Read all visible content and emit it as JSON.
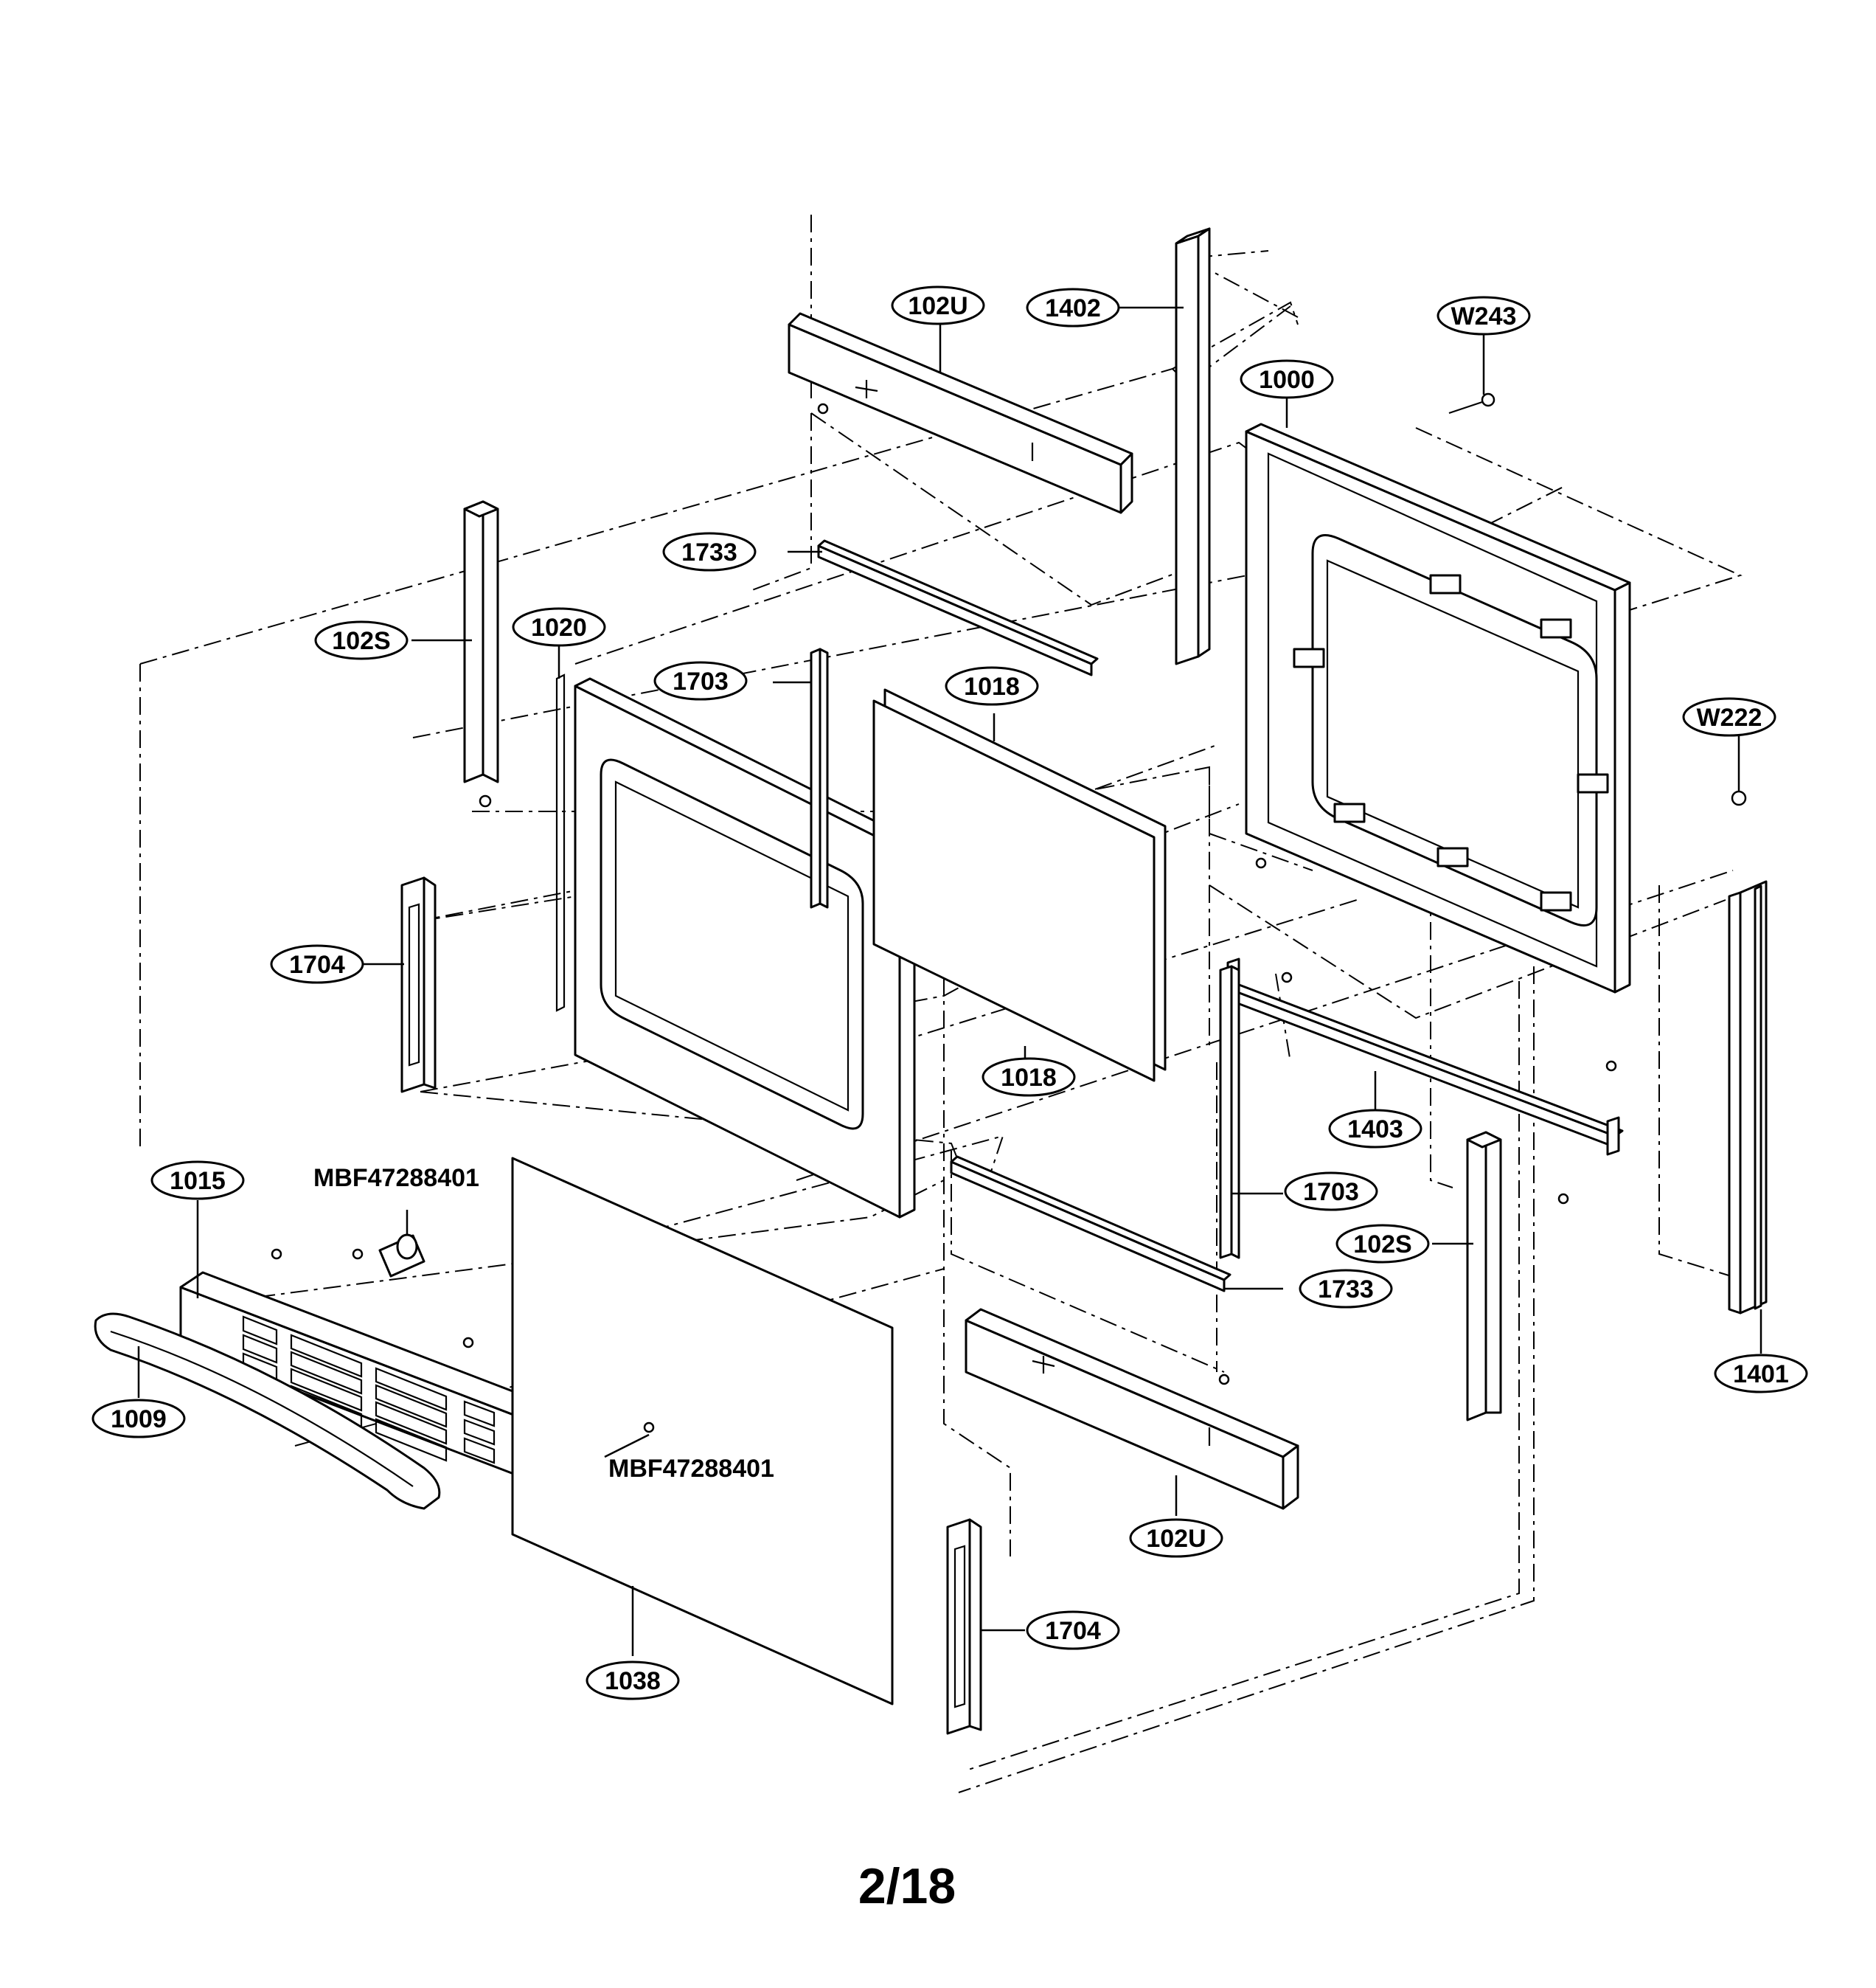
{
  "diagram": {
    "callouts": [
      {
        "id": "c-102u-top",
        "label": "102U"
      },
      {
        "id": "c-1402",
        "label": "1402"
      },
      {
        "id": "c-w243",
        "label": "W243"
      },
      {
        "id": "c-1000",
        "label": "1000"
      },
      {
        "id": "c-1733-top",
        "label": "1733"
      },
      {
        "id": "c-102s-left",
        "label": "102S"
      },
      {
        "id": "c-1020",
        "label": "1020"
      },
      {
        "id": "c-1703-top",
        "label": "1703"
      },
      {
        "id": "c-1018-top",
        "label": "1018"
      },
      {
        "id": "c-w222",
        "label": "W222"
      },
      {
        "id": "c-1704-left",
        "label": "1704"
      },
      {
        "id": "c-1018-bottom",
        "label": "1018"
      },
      {
        "id": "c-1403",
        "label": "1403"
      },
      {
        "id": "c-1015",
        "label": "1015"
      },
      {
        "id": "c-1703-bottom",
        "label": "1703"
      },
      {
        "id": "c-102s-right",
        "label": "102S"
      },
      {
        "id": "c-1733-bottom",
        "label": "1733"
      },
      {
        "id": "c-1401",
        "label": "1401"
      },
      {
        "id": "c-1009",
        "label": "1009"
      },
      {
        "id": "c-102u-bottom",
        "label": "102U"
      },
      {
        "id": "c-1704-bottom",
        "label": "1704"
      },
      {
        "id": "c-1038",
        "label": "1038"
      }
    ],
    "part_numbers": [
      {
        "id": "t-mbf-top",
        "label": "MBF47288401"
      },
      {
        "id": "t-mbf-bottom",
        "label": "MBF47288401"
      }
    ],
    "page_number": "2/18"
  }
}
